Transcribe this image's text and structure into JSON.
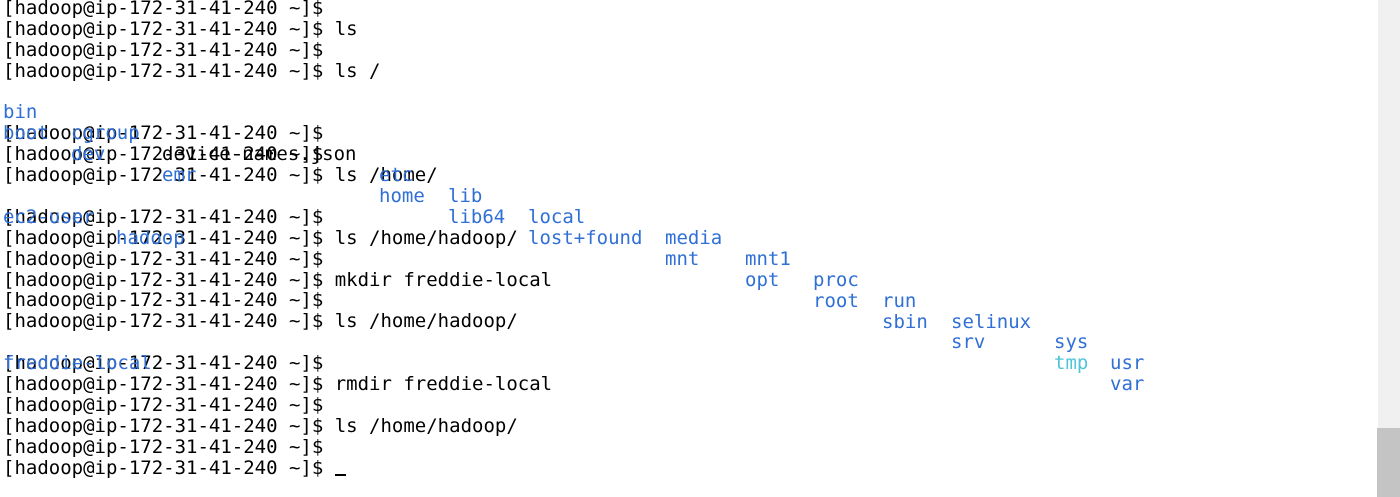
{
  "terminal": {
    "prompt": "[hadoop@ip-172-31-41-240 ~]$",
    "lines": [
      {
        "cmd": ""
      },
      {
        "cmd": " ls"
      },
      {
        "cmd": ""
      },
      {
        "cmd": " ls /"
      }
    ],
    "ls_root": {
      "row1": [
        "bin",
        "cgroup",
        "device-names.json",
        "etc",
        "lib",
        "local",
        "media",
        "mnt1",
        "proc",
        "run",
        "selinux",
        "sys",
        "usr"
      ],
      "row2": [
        "boot",
        "dev",
        "emr",
        "home",
        "lib64",
        "lost+found",
        "mnt",
        "opt",
        "root",
        "sbin",
        "srv",
        "tmp",
        "var"
      ]
    },
    "after_root": [
      {
        "cmd": ""
      },
      {
        "cmd": ""
      },
      {
        "cmd": " ls /home/"
      }
    ],
    "ls_home": [
      "ec2-user",
      "hadoop"
    ],
    "after_home": [
      {
        "cmd": ""
      },
      {
        "cmd": " ls /home/hadoop/"
      },
      {
        "cmd": ""
      },
      {
        "cmd": " mkdir freddie-local"
      },
      {
        "cmd": ""
      },
      {
        "cmd": " ls /home/hadoop/"
      }
    ],
    "ls_hadoop": [
      "freddie-local"
    ],
    "after_hadoop": [
      {
        "cmd": ""
      },
      {
        "cmd": " rmdir freddie-local"
      },
      {
        "cmd": ""
      },
      {
        "cmd": " ls /home/hadoop/"
      },
      {
        "cmd": ""
      }
    ],
    "last_prompt_cmd": " "
  },
  "colors": {
    "directory": "#2f6fd6",
    "tmp_directory": "#4fc3d9",
    "file": "#000000",
    "background": "#ffffff"
  }
}
